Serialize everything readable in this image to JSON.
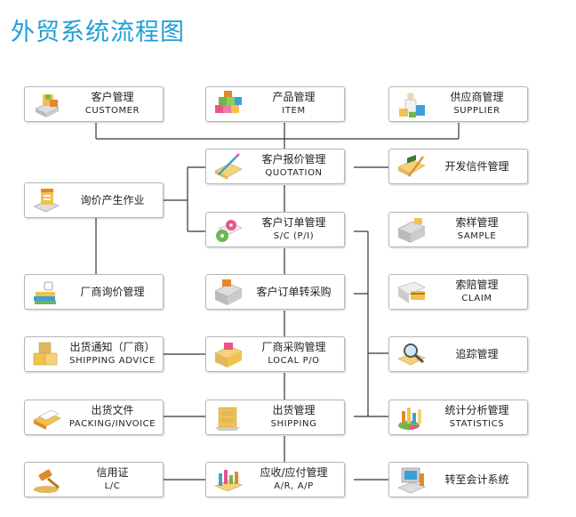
{
  "title": "外贸系统流程图",
  "nodes": {
    "customer": {
      "zh": "客户管理",
      "en": "CUSTOMER",
      "icon": "customer-icon"
    },
    "item": {
      "zh": "产品管理",
      "en": "ITEM",
      "icon": "product-cubes-icon"
    },
    "supplier": {
      "zh": "供应商管理",
      "en": "SUPPLIER",
      "icon": "supplier-icon"
    },
    "quotation": {
      "zh": "客户报价管理",
      "en": "QUOTATION",
      "icon": "quotation-pen-icon"
    },
    "dev_letter": {
      "zh": "开发信件管理",
      "en": "",
      "icon": "letter-pen-icon"
    },
    "inquiry": {
      "zh": "询价产生作业",
      "en": "",
      "icon": "inquiry-box-icon"
    },
    "sc": {
      "zh": "客户订单管理",
      "en": "S/C (P/I)",
      "icon": "order-disc-icon"
    },
    "sample": {
      "zh": "索样管理",
      "en": "SAMPLE",
      "icon": "sample-printer-icon"
    },
    "factory_inquiry": {
      "zh": "厂商询价管理",
      "en": "",
      "icon": "book-cup-icon"
    },
    "order_to_purchase": {
      "zh": "客户订单转采购",
      "en": "",
      "icon": "printer-icon"
    },
    "claim": {
      "zh": "索赔管理",
      "en": "CLAIM",
      "icon": "claim-card-icon"
    },
    "shipping_advice": {
      "zh": "出货通知（厂商）",
      "en": "SHIPPING ADVICE",
      "icon": "boxes-icon"
    },
    "local_po": {
      "zh": "厂商采购管理",
      "en": "LOCAL P/O",
      "icon": "purchase-printer-icon"
    },
    "tracking": {
      "zh": "追踪管理",
      "en": "",
      "icon": "magnifier-icon"
    },
    "packing_invoice": {
      "zh": "出货文件",
      "en": "PACKING/INVOICE",
      "icon": "document-folder-icon"
    },
    "shipping": {
      "zh": "出货管理",
      "en": "SHIPPING",
      "icon": "shipping-cabinet-icon"
    },
    "statistics": {
      "zh": "统计分析管理",
      "en": "STATISTICS",
      "icon": "statistics-chart-icon"
    },
    "lc": {
      "zh": "信用证",
      "en": "L/C",
      "icon": "gavel-icon"
    },
    "ar_ap": {
      "zh": "应收/应付管理",
      "en": "A/R, A/P",
      "icon": "finance-chart-icon"
    },
    "accounting": {
      "zh": "转至会计系统",
      "en": "",
      "icon": "computer-icon"
    }
  },
  "colors": {
    "title": "#1e9fd8",
    "connector": "#333333",
    "box_border": "#b5b5b5"
  }
}
